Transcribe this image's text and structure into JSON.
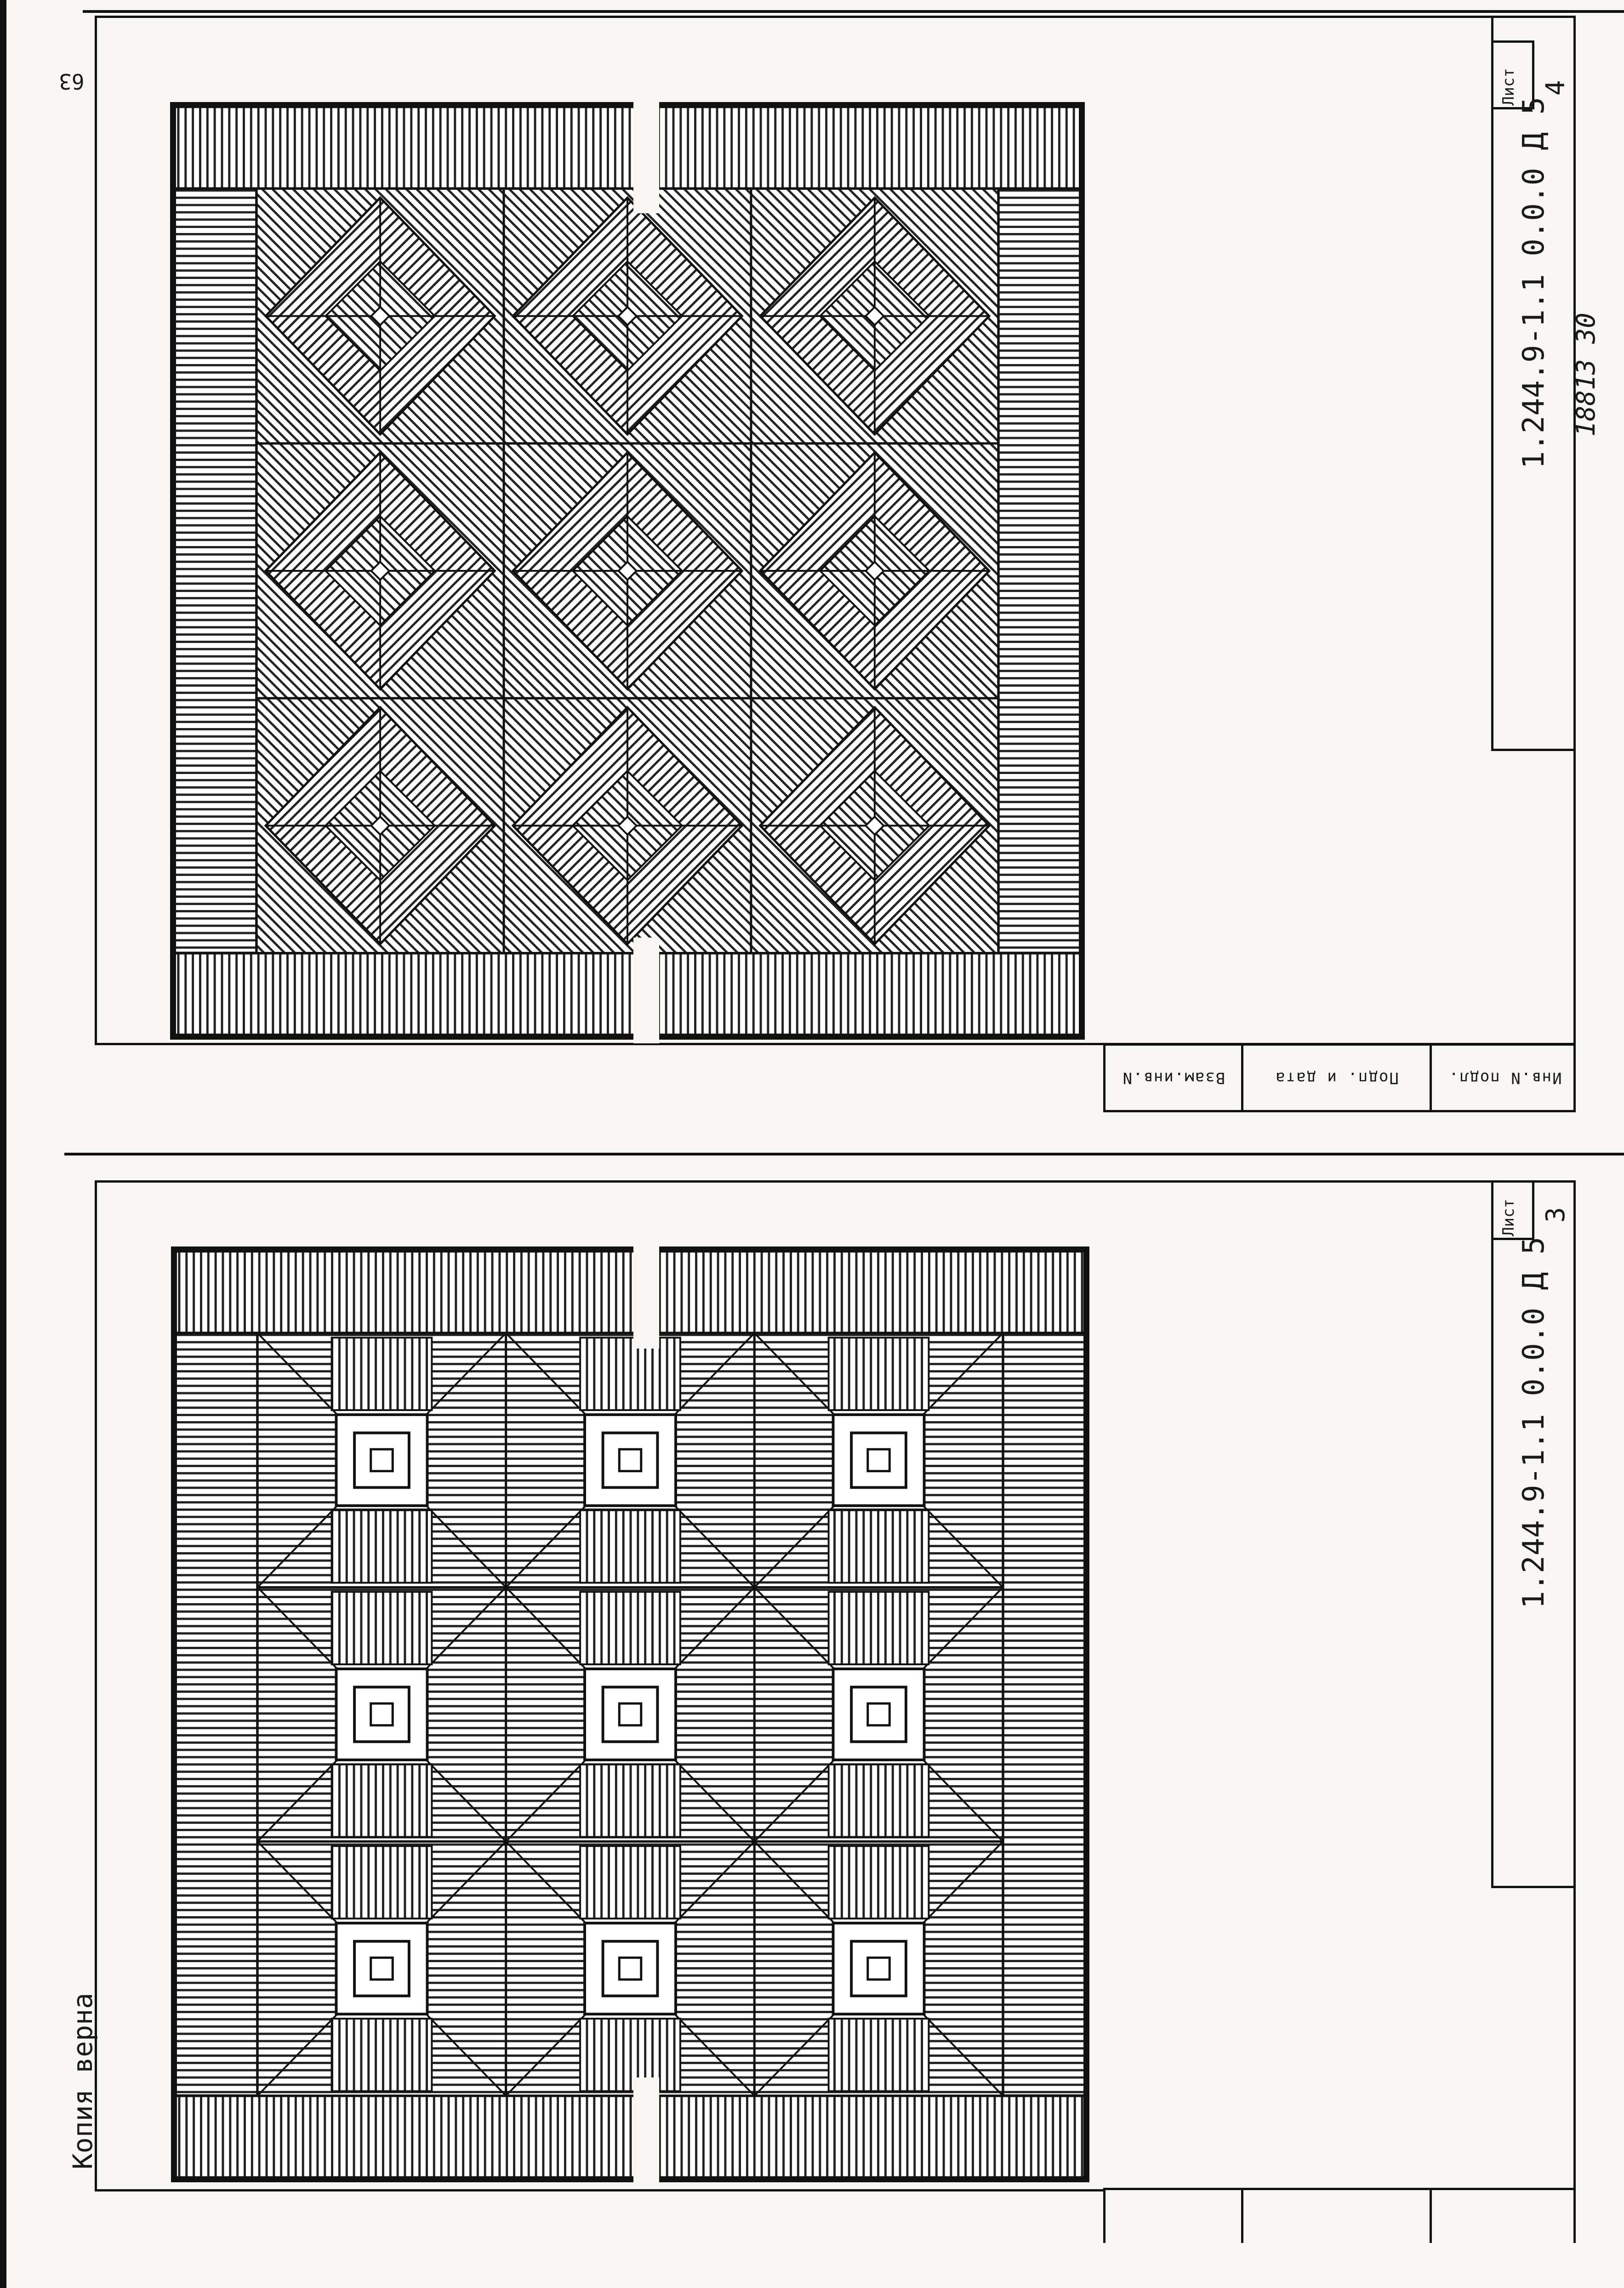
{
  "corner_number": "63",
  "copy_note": "Копия  верна",
  "archive_number": "18813  30",
  "stamp_cells": [
    "Взам.инв.N",
    "Подп. и дата",
    "Инв.N подл."
  ],
  "sheets": [
    {
      "id": "upper",
      "sheet_label": "Лист",
      "sheet_number": "4",
      "doc_code": "1.244.9-1.1  0.0.0 Д 5"
    },
    {
      "id": "lower",
      "sheet_label": "Лист",
      "sheet_number": "3",
      "doc_code": "1.244.9-1.1  0.0.0 Д 5"
    }
  ]
}
